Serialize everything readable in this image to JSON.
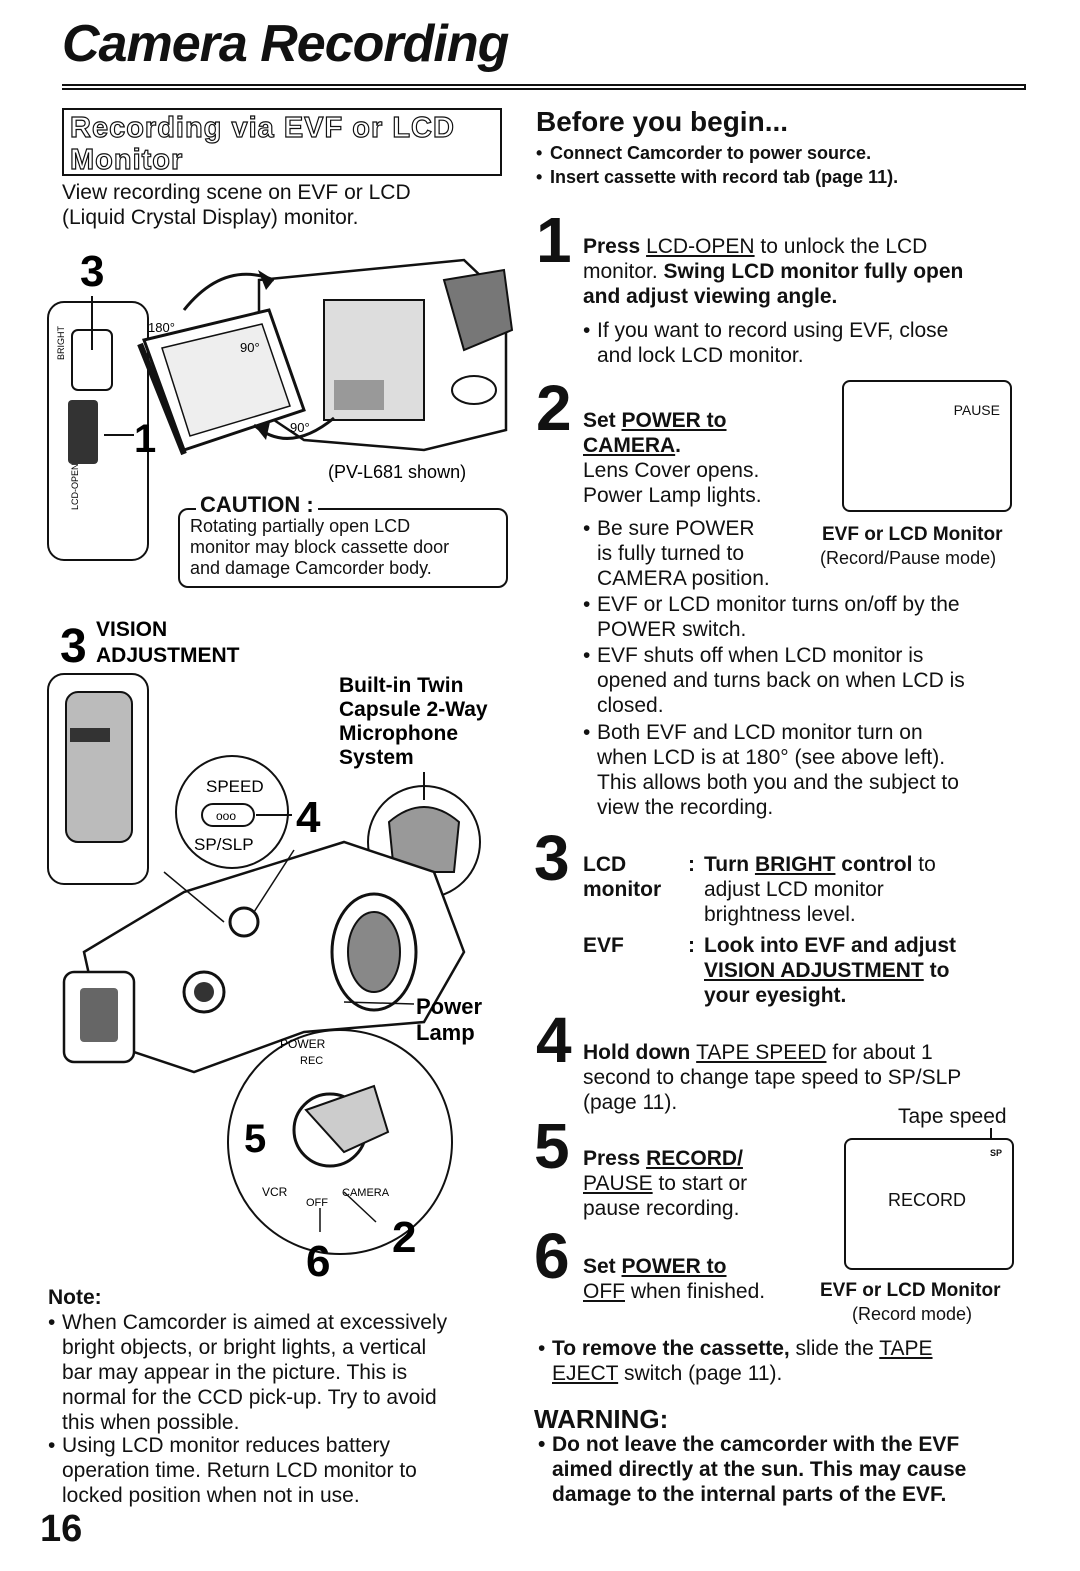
{
  "page": {
    "title": "Camera Recording",
    "section_heading_line1": "Recording via EVF or LCD",
    "section_heading_line2": "Monitor",
    "intro_line1": "View recording scene on EVF or LCD",
    "intro_line2": "(Liquid Crystal Display) monitor.",
    "page_number": "16"
  },
  "figure_top": {
    "callout_3": "3",
    "callout_1": "1",
    "angle_180": "180°",
    "angle_90a": "90°",
    "angle_90b": "90°",
    "side_label_bright": "BRIGHT",
    "side_label_lcdopen": "LCD-OPEN",
    "model_shown": "(PV-L681 shown)"
  },
  "caution": {
    "label": "CAUTION :",
    "line1": "Rotating partially open LCD",
    "line2": "monitor may block cassette door",
    "line3": "and damage Camcorder body."
  },
  "figure_bottom": {
    "vision_num": "3",
    "vision_line1": "VISION",
    "vision_line2": "ADJUSTMENT",
    "mic_line1": "Built-in Twin",
    "mic_line2": "Capsule 2-Way",
    "mic_line3": "Microphone",
    "mic_line4": "System",
    "speed": "SPEED",
    "spslp": "SP/SLP",
    "callout_4": "4",
    "power_lamp1": "Power",
    "power_lamp2": "Lamp",
    "power_label": "POWER",
    "rec_label": "REC",
    "callout_5": "5",
    "vcr": "VCR",
    "off": "OFF",
    "camera": "CAMERA",
    "callout_6": "6",
    "callout_2": "2"
  },
  "note": {
    "label": "Note:",
    "bullet1": [
      "When Camcorder is aimed at excessively",
      "bright objects, or bright lights, a vertical",
      "bar may appear in the picture. This is",
      "normal for the CCD pick-up. Try to avoid",
      "this when possible."
    ],
    "bullet2": [
      "Using LCD monitor reduces battery",
      "operation time. Return LCD monitor to",
      "locked position when not in use."
    ]
  },
  "before": {
    "heading": "Before you begin...",
    "item1": "Connect Camcorder to power source.",
    "item2": "Insert cassette with record tab (page 11)."
  },
  "step1": {
    "num": "1",
    "press": "Press ",
    "lcd_open": "LCD-OPEN",
    "unlock": " to unlock the LCD",
    "line2a": "monitor. ",
    "line2b": "Swing LCD monitor fully open",
    "line3": "and adjust viewing angle.",
    "sub1": "If you want to record using EVF, close",
    "sub2": "and lock LCD monitor."
  },
  "step2": {
    "num": "2",
    "set": "Set ",
    "power_to": "POWER to",
    "camera": "CAMERA",
    "dot": ".",
    "line3": "Lens Cover opens.",
    "line4": "Power Lamp lights.",
    "b1_1": "Be sure POWER",
    "b1_2": "is fully turned to",
    "b1_3": "CAMERA position.",
    "b2_1": "EVF or LCD monitor turns on/off by the",
    "b2_2": "POWER switch.",
    "b3_1": "EVF shuts off when LCD monitor is",
    "b3_2": "opened and turns back on when LCD is",
    "b3_3": "closed.",
    "b4_1": "Both EVF and LCD monitor turn on",
    "b4_2": "when LCD is at 180° (see above left).",
    "b4_3": "This allows both you and the subject to",
    "b4_4": "view the recording."
  },
  "monitor1": {
    "display": "PAUSE",
    "caption1": "EVF or LCD Monitor",
    "caption2": "(Record/Pause mode)"
  },
  "step3": {
    "num": "3",
    "lcd1": "LCD",
    "lcd2": "monitor",
    "colon": ":",
    "turn": "Turn ",
    "bright": "BRIGHT",
    "control": " control",
    "to": " to",
    "lcd_l2": "adjust LCD monitor",
    "lcd_l3": "brightness level.",
    "evf": "EVF",
    "evf_l1": "Look into EVF and adjust",
    "evf_l2a": "VISION ADJUSTMENT",
    "evf_l2b": " to",
    "evf_l3": "your eyesight."
  },
  "step4": {
    "num": "4",
    "hold": "Hold down ",
    "tape_speed": "TAPE SPEED",
    "rest1": " for about 1",
    "line2": "second to change tape speed to SP/SLP",
    "line3": "(page 11)."
  },
  "monitor2": {
    "tape_speed_label": "Tape speed",
    "sp": "SP",
    "display": "RECORD",
    "caption1": "EVF or LCD Monitor",
    "caption2": "(Record mode)"
  },
  "step5": {
    "num": "5",
    "press": "Press ",
    "record": "RECORD/",
    "pause": "PAUSE",
    "rest": " to start or",
    "line3": "pause recording."
  },
  "step6": {
    "num": "6",
    "set": "Set ",
    "power_to": "POWER to",
    "off": "OFF",
    "rest": " when finished."
  },
  "remove": {
    "bold": "To remove the cassette,",
    "rest": " slide the ",
    "tape": "TAPE",
    "eject": "EJECT",
    "rest2": " switch (page 11)."
  },
  "warning": {
    "label": "WARNING:",
    "line1": "Do not leave the camcorder with the EVF",
    "line2": "aimed directly at the sun. This may cause",
    "line3": "damage to the internal parts of the EVF."
  }
}
